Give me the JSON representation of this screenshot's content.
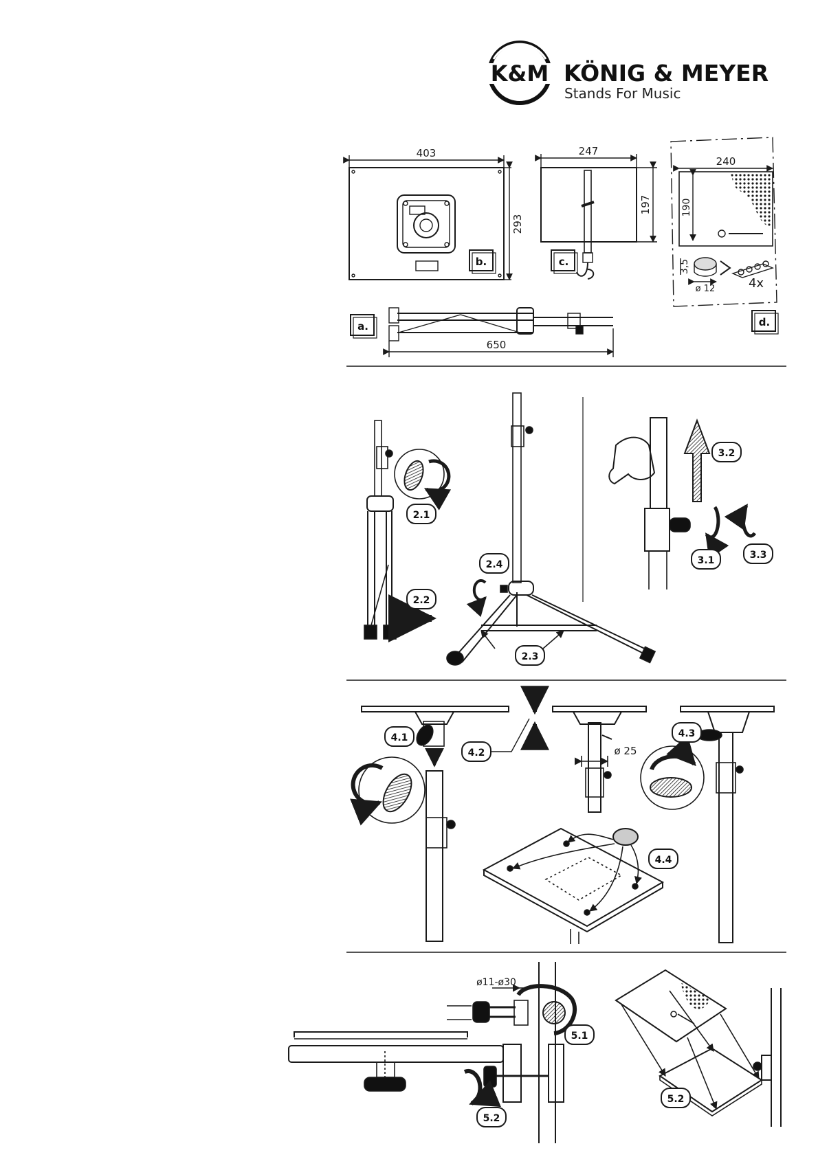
{
  "brand": {
    "logo_mark": "K&M",
    "name": "KÖNIG & MEYER",
    "tagline": "Stands For Music"
  },
  "dimensions": {
    "tray_width": "403",
    "tray_depth": "293",
    "side_width": "247",
    "side_height": "197",
    "mat_width": "240",
    "mat_height": "190",
    "stand_length": "650",
    "foot_height": "3,5",
    "foot_diameter": "ø 12",
    "foot_quantity": "4x",
    "tube_diameter": "ø 25",
    "clamp_range": "ø11-ø30"
  },
  "views": {
    "a": "a.",
    "b": "b.",
    "c": "c.",
    "d": "d."
  },
  "steps": {
    "s2_1": "2.1",
    "s2_2": "2.2",
    "s2_3": "2.3",
    "s2_4": "2.4",
    "s3_1": "3.1",
    "s3_2": "3.2",
    "s3_3": "3.3",
    "s4_1": "4.1",
    "s4_2": "4.2",
    "s4_3": "4.3",
    "s4_4": "4.4",
    "s5_1": "5.1",
    "s5_2": "5.2",
    "s5_2b": "5.2"
  },
  "colors": {
    "line": "#1a1a1a",
    "fill_dark": "#111111",
    "fill_light": "#ffffff"
  }
}
